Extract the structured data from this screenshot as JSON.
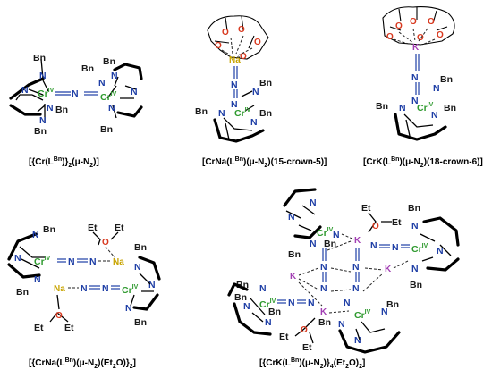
{
  "atoms": {
    "N": "N",
    "Cr": "Cr",
    "Cr_ox": "IV",
    "Bn": "Bn",
    "Na": "Na",
    "K": "K",
    "O": "O",
    "Et": "Et"
  },
  "captions": {
    "c1": "[{Cr(L",
    "c1_sup": "Bn",
    "c1_rest": ")}",
    "c1_sub": "2",
    "c1_tail": "(μ-N",
    "c1_sub2": "2",
    "c1_end": ")]",
    "c2": "[CrNa(L",
    "c2_sup": "Bn",
    "c2_rest": ")(μ-N",
    "c2_sub": "2",
    "c2_end": ")(15-crown-5)]",
    "c3": "[CrK(L",
    "c3_sup": "Bn",
    "c3_rest": ")(μ-N",
    "c3_sub": "2",
    "c3_end": ")(18-crown-6)]",
    "c4": "[{CrNa(L",
    "c4_sup": "Bn",
    "c4_rest": ")(μ-N",
    "c4_sub": "2",
    "c4_mid": ")(Et",
    "c4_sub2": "2",
    "c4_end": "O)}",
    "c4_sub3": "2",
    "c4_close": "]",
    "c5": "[{CrK(L",
    "c5_sup": "Bn",
    "c5_rest": ")(μ-N",
    "c5_sub": "2",
    "c5_mid": ")}",
    "c5_sub2": "4",
    "c5_end": "(Et",
    "c5_sub3": "2",
    "c5_tail": "O)",
    "c5_sub4": "2",
    "c5_close": "]"
  }
}
